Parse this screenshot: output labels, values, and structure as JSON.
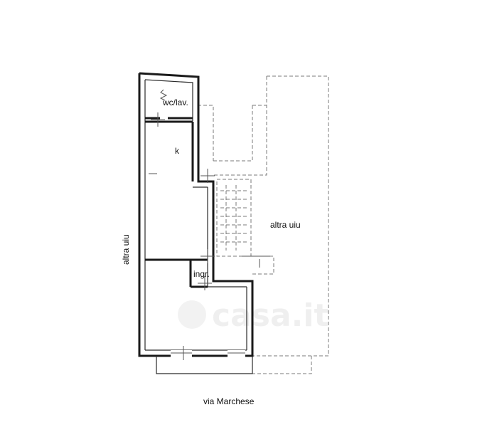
{
  "rooms": {
    "bathroom": "wc/lav.",
    "kitchen": "k",
    "entrance": "ingr."
  },
  "neighbors": {
    "left": "altra uiu",
    "right": "altra uiu"
  },
  "street": "via Marchese",
  "watermark": "casa.it"
}
